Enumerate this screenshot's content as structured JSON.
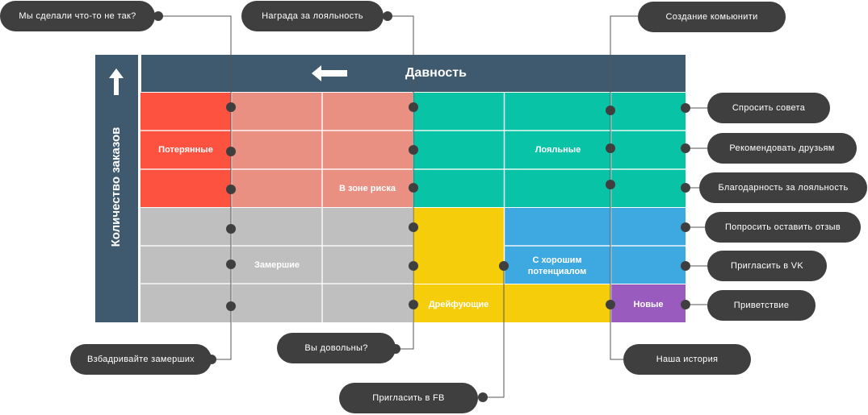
{
  "axes": {
    "top_label": "Давность",
    "left_label": "Количество заказов"
  },
  "segments": {
    "lost": "Потерянные",
    "at_risk": "В зоне риска",
    "loyal": "Лояльные",
    "hibernating": "Замершие",
    "potential": "С хорошим потенциалом",
    "drifting": "Дрейфующие",
    "new": "Новые"
  },
  "colors": {
    "header": "#3f5a6e",
    "lost": "#fd5240",
    "at_risk": "#e99083",
    "loyal": "#08c3a5",
    "hibernating": "#bfbfbf",
    "drifting": "#f5cd0a",
    "potential": "#3ea8e0",
    "new": "#9a5bbf",
    "callout": "#3f3f3f"
  },
  "callouts": {
    "what_wrong": "Мы сделали что-то не так?",
    "loyalty_reward": "Награда за лояльность",
    "community": "Создание комьюнити",
    "ask_advice": "Спросить совета",
    "recommend": "Рекомендовать друзьям",
    "loyalty_thanks": "Благодарность за лояльность",
    "ask_review": "Попросить оставить отзыв",
    "invite_vk": "Пригласить в VK",
    "greeting": "Приветствие",
    "our_story": "Наша история",
    "invite_fb": "Пригласить в FB",
    "satisfied": "Вы довольны?",
    "wake_up": "Взбадривайте замерших"
  }
}
